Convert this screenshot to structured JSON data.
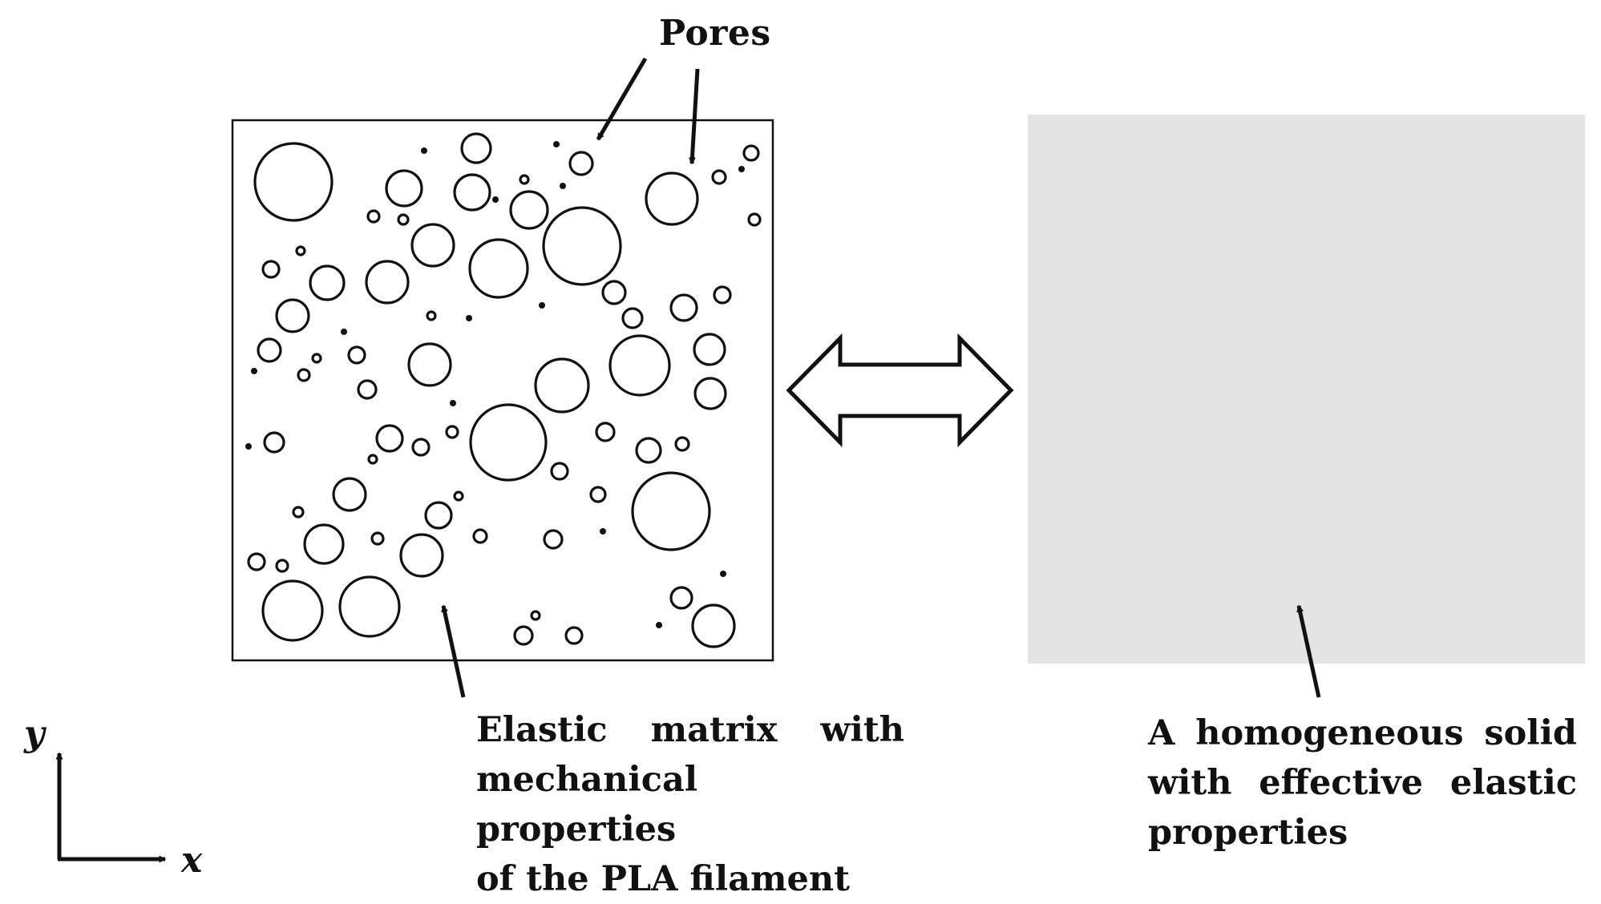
{
  "labels": {
    "pores": "Pores",
    "matrix_lines": [
      "Elastic matrix with",
      "mechanical properties",
      "of the PLA filament"
    ],
    "solid_lines": [
      "A homogeneous solid",
      "with effective elastic",
      "properties"
    ],
    "axis_y": "y",
    "axis_x": "x"
  },
  "colors": {
    "stroke": "#111111",
    "homogeneous_fill": "#e4e4e4",
    "background": "#ffffff"
  }
}
